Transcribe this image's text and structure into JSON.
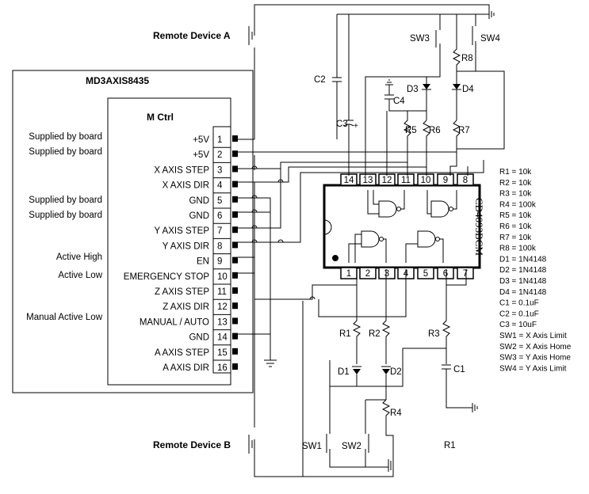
{
  "board": {
    "title": "MD3AXIS8435",
    "ctrl_title": "M Ctrl",
    "left_notes": [
      "Supplied by board",
      "Supplied by board",
      "Supplied by board",
      "Supplied by board",
      "Active High",
      "Active Low",
      "Manual Active Low"
    ],
    "pins": [
      {
        "num": "1",
        "label": "+5V"
      },
      {
        "num": "2",
        "label": "+5V"
      },
      {
        "num": "3",
        "label": "X AXIS STEP"
      },
      {
        "num": "4",
        "label": "X AXIS DIR"
      },
      {
        "num": "5",
        "label": "GND"
      },
      {
        "num": "6",
        "label": "GND"
      },
      {
        "num": "7",
        "label": "Y AXIS STEP"
      },
      {
        "num": "8",
        "label": "Y AXIS DIR"
      },
      {
        "num": "9",
        "label": "EN"
      },
      {
        "num": "10",
        "label": "EMERGENCY STOP"
      },
      {
        "num": "11",
        "label": "Z AXIS STEP"
      },
      {
        "num": "12",
        "label": "Z AXIS DIR"
      },
      {
        "num": "13",
        "label": "MANUAL / AUTO"
      },
      {
        "num": "14",
        "label": "GND"
      },
      {
        "num": "15",
        "label": "A AXIS STEP"
      },
      {
        "num": "16",
        "label": "A AXIS DIR"
      }
    ]
  },
  "remote": {
    "a": "Remote Device A",
    "b": "Remote Device B"
  },
  "chip": {
    "name": "CD4093BCM",
    "top_pins": [
      "14",
      "13",
      "12",
      "11",
      "10",
      "9",
      "8"
    ],
    "bottom_pins": [
      "1",
      "2",
      "3",
      "4",
      "5",
      "6",
      "7"
    ]
  },
  "components": {
    "c2": "C2",
    "c3": "C3",
    "c4": "C4",
    "c1": "C1",
    "sw1": "SW1",
    "sw2": "SW2",
    "sw3": "SW3",
    "sw4": "SW4",
    "r1": "R1",
    "r2": "R2",
    "r3": "R3",
    "r4": "R4",
    "r5": "R5",
    "r6": "R6",
    "r7": "R7",
    "r8": "R8",
    "d1": "D1",
    "d2": "D2",
    "d3": "D3",
    "d4": "D4",
    "r1_bottom": "R1"
  },
  "bom": [
    "R1 = 10k",
    "R2 = 10k",
    "R3 = 10k",
    "R4 = 100k",
    "R5 = 10k",
    "R6 = 10k",
    "R7 = 10k",
    "R8 = 100k",
    "D1 = 1N4148",
    "D2 = 1N4148",
    "D3 = 1N4148",
    "D4 = 1N4148",
    "C1 = 0.1uF",
    "C2 = 0.1uF",
    "C3 = 10uF",
    "SW1 = X Axis Limit",
    "SW2 = X Axis Home",
    "SW3 = Y Axis Home",
    "SW4 = Y Axis Limit"
  ]
}
